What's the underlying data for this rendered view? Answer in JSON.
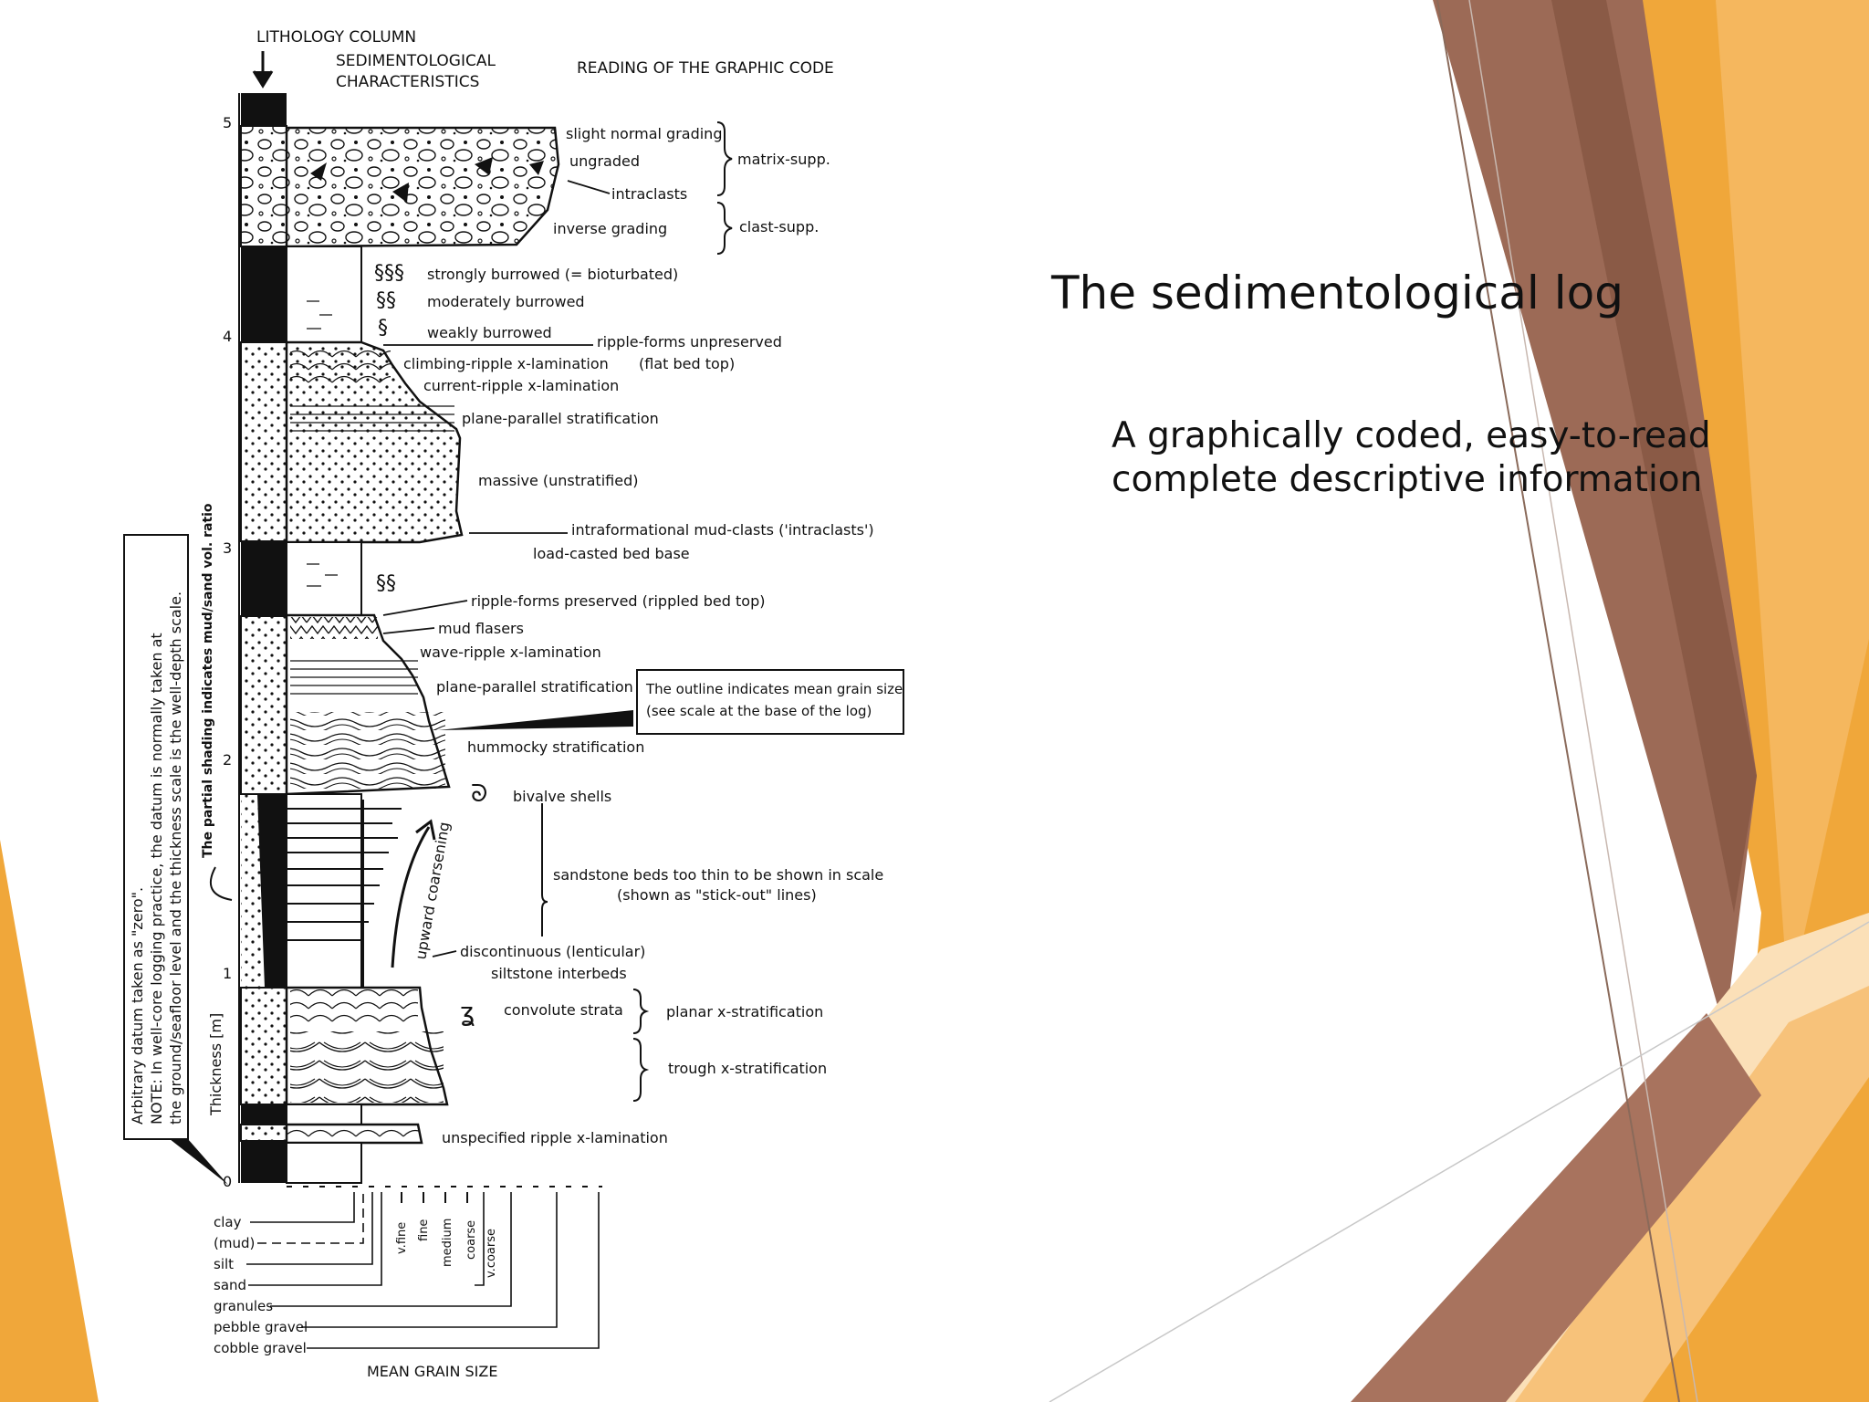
{
  "slide": {
    "title": "The sedimentological log",
    "subtitle_line1": "A graphically coded, easy-to-read",
    "subtitle_line2": "complete descriptive information"
  },
  "colors": {
    "orange": "#f0a73a",
    "light_orange": "#f7c27a",
    "brown": "#9c6a56",
    "dark_brown": "#8a5a46",
    "pale": "#fbe0b8"
  },
  "diagram": {
    "headers": {
      "lithology_column": "LITHOLOGY COLUMN",
      "sed_char_1": "SEDIMENTOLOGICAL",
      "sed_char_2": "CHARACTERISTICS",
      "reading": "READING OF THE GRAPHIC CODE"
    },
    "scale": {
      "ticks": [
        "0",
        "1",
        "2",
        "3",
        "4",
        "5"
      ],
      "thickness_label": "Thickness [m]",
      "shading_note": "The partial shading indicates mud/sand vol. ratio",
      "datum_note_1": "Arbitrary datum taken as \"zero\".",
      "datum_note_2": "NOTE: In well-core logging practice, the datum is normally taken at",
      "datum_note_3": "the ground/seafloor level and the thickness scale is the well-depth scale."
    },
    "labels": {
      "slight_normal_grading": "slight normal grading",
      "ungraded": "ungraded",
      "intraclasts": "intraclasts",
      "inverse_grading": "inverse grading",
      "matrix_supp": "matrix-supp.",
      "clast_supp": "clast-supp.",
      "strongly_burrowed": "strongly burrowed (= bioturbated)",
      "moderately_burrowed": "moderately burrowed",
      "weakly_burrowed": "weakly burrowed",
      "ripple_unpreserved_1": "ripple-forms unpreserved",
      "ripple_unpreserved_2": "(flat bed top)",
      "climbing_ripple": "climbing-ripple x-lamination",
      "current_ripple": "current-ripple x-lamination",
      "plane_parallel_1": "plane-parallel stratification",
      "massive": "massive (unstratified)",
      "intraformational": "intraformational mud-clasts ('intraclasts')",
      "load_casted": "load-casted bed base",
      "ripple_preserved": "ripple-forms preserved (rippled bed top)",
      "mud_flasers": "mud flasers",
      "wave_ripple": "wave-ripple x-lamination",
      "plane_parallel_2": "plane-parallel stratification",
      "outline_note_1": "The outline indicates mean grain size",
      "outline_note_2": "(see scale at the base of the log)",
      "hummocky": "hummocky stratification",
      "bivalve": "bivalve shells",
      "upward_coarsening": "upward coarsening",
      "thin_beds_1": "sandstone beds too thin to be shown in scale",
      "thin_beds_2": "(shown as \"stick-out\" lines)",
      "discontinuous_1": "discontinuous (lenticular)",
      "discontinuous_2": "siltstone interbeds",
      "convolute": "convolute strata",
      "planar_x": "planar x-stratification",
      "trough_x": "trough x-stratification",
      "unspecified_ripple": "unspecified ripple x-lamination"
    },
    "grain_size": {
      "title": "MEAN GRAIN SIZE",
      "left": [
        "clay",
        "(mud)",
        "silt",
        "sand",
        "granules",
        "pebble gravel",
        "cobble gravel"
      ],
      "sand_classes": [
        "v.fine",
        "fine",
        "medium",
        "coarse",
        "v.coarse"
      ]
    }
  }
}
